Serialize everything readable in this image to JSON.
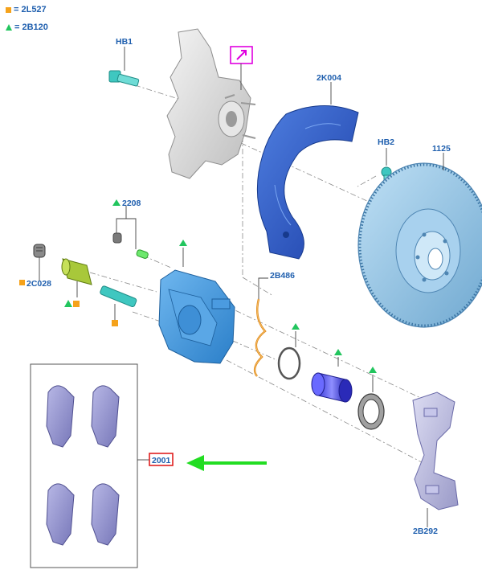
{
  "legend": {
    "square_text": "= 2L527",
    "triangle_text": "= 2B120"
  },
  "labels": {
    "hb1": "HB1",
    "k2k004": "2K004",
    "hb2": "HB2",
    "n1125": "1125",
    "n2208": "2208",
    "n2c028": "2C028",
    "n2b486": "2B486",
    "n2001": "2001",
    "n2b292": "2B292"
  },
  "colors": {
    "label_blue": "#1f5fae",
    "legend_square": "#f5a21b",
    "legend_triangle": "#22c55e",
    "callout_magenta": "#e000e0",
    "arrow_green": "#22dd22",
    "highlight_red": "#e02020"
  }
}
